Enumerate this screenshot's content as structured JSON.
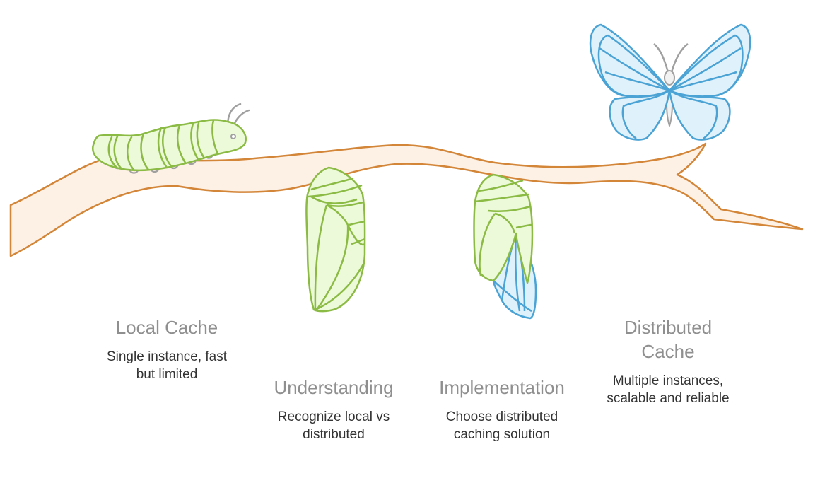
{
  "diagram": {
    "type": "metamorphosis-progression",
    "colors": {
      "branch_stroke": "#d38538",
      "branch_fill": "#fdf0e4",
      "larva_stroke": "#8bbb44",
      "larva_fill": "#ecfad9",
      "wing_stroke": "#4aa3d4",
      "wing_fill": "#dff2fc",
      "antenna": "#a0a0a0",
      "title_text": "#8f8f8f",
      "desc_text": "#333333"
    },
    "stages": [
      {
        "icon": "caterpillar-icon",
        "title": "Local Cache",
        "description": "Single instance, fast but limited"
      },
      {
        "icon": "chrysalis-icon",
        "title": "Understanding",
        "description": "Recognize local vs distributed"
      },
      {
        "icon": "emerging-chrysalis-icon",
        "title": "Implementation",
        "description": "Choose distributed caching solution"
      },
      {
        "icon": "butterfly-icon",
        "title": "Distributed Cache",
        "description": "Multiple instances, scalable and reliable"
      }
    ]
  }
}
